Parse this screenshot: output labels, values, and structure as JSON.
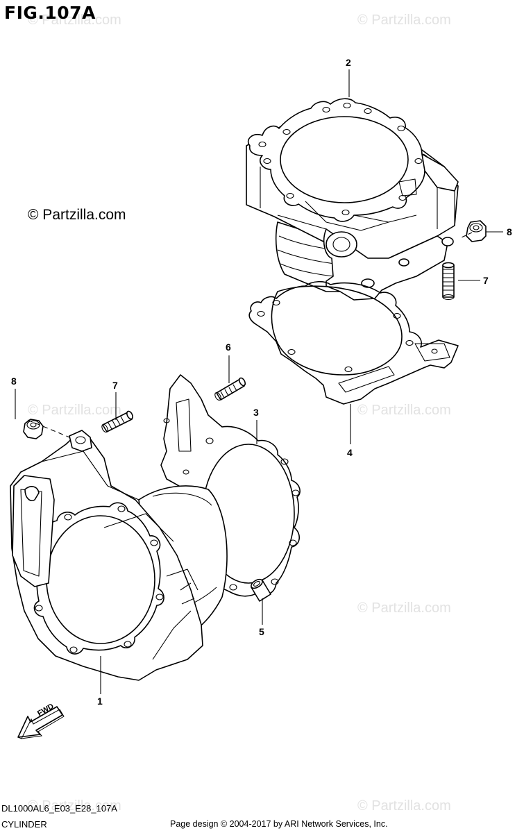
{
  "figure": {
    "title": "FIG.107A",
    "copyright": "© Partzilla.com",
    "watermark": "© Partzilla.com"
  },
  "callouts": {
    "c1": "1",
    "c2": "2",
    "c3": "3",
    "c4": "4",
    "c5": "5",
    "c6": "6",
    "c7a": "7",
    "c7b": "7",
    "c8a": "8",
    "c8b": "8"
  },
  "fwd_label": "FWD",
  "footer": {
    "code": "DL1000AL6_E03_E28_107A",
    "name": "CYLINDER",
    "credit": "Page design © 2004-2017 by ARI Network Services, Inc."
  }
}
